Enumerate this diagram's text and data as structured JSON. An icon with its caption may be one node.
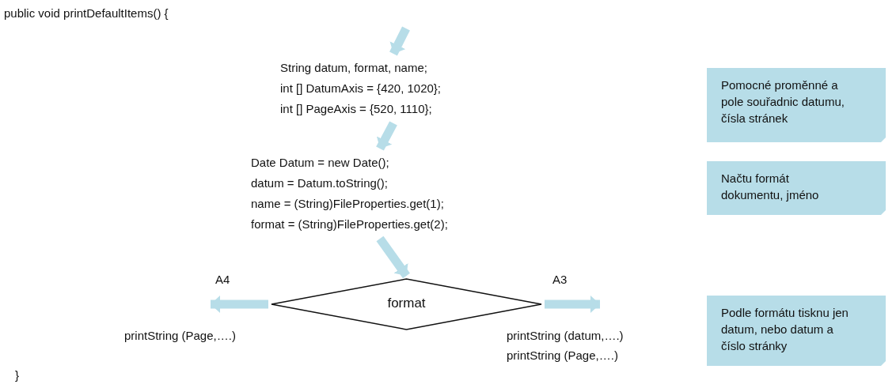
{
  "diagram": {
    "nodes": [
      {
        "text": [
          "String datum, format, name;",
          "int [] DatumAxis = {420,  1020};",
          "int [] PageAxis = {520,  1110};"
        ]
      },
      {
        "text": [
          "Date Datum = new Date();",
          "datum = Datum.toString();",
          "name = (String)FileProperties.get(1);",
          "format = (String)FileProperties.get(2);"
        ]
      },
      {
        "text": [
          "format"
        ]
      },
      {
        "text": [
          "Pomocné proměnné a pole souřadnic datumu, čísla stránek"
        ]
      },
      {
        "text": [
          "Načtu formát dokumentu, jméno"
        ]
      },
      {
        "text": [
          "Podle formátu tisknu jen datum, nebo datum a číslo stránky"
        ]
      }
    ],
    "edges": [
      {
        "from": null,
        "to": 0,
        "arrow": "to"
      },
      {
        "from": 0,
        "to": 1,
        "arrow": "to"
      },
      {
        "from": 1,
        "to": 2,
        "arrow": "to"
      },
      {
        "from": 2,
        "to": null,
        "arrow": "to",
        "label": "A4"
      },
      {
        "from": 2,
        "to": null,
        "arrow": "to",
        "label": "A3"
      }
    ],
    "labels": [
      "public void printDefaultItems() {",
      "printString (Page,….)",
      "printString (datum,….)",
      "printString (Page,….)",
      "}"
    ]
  }
}
